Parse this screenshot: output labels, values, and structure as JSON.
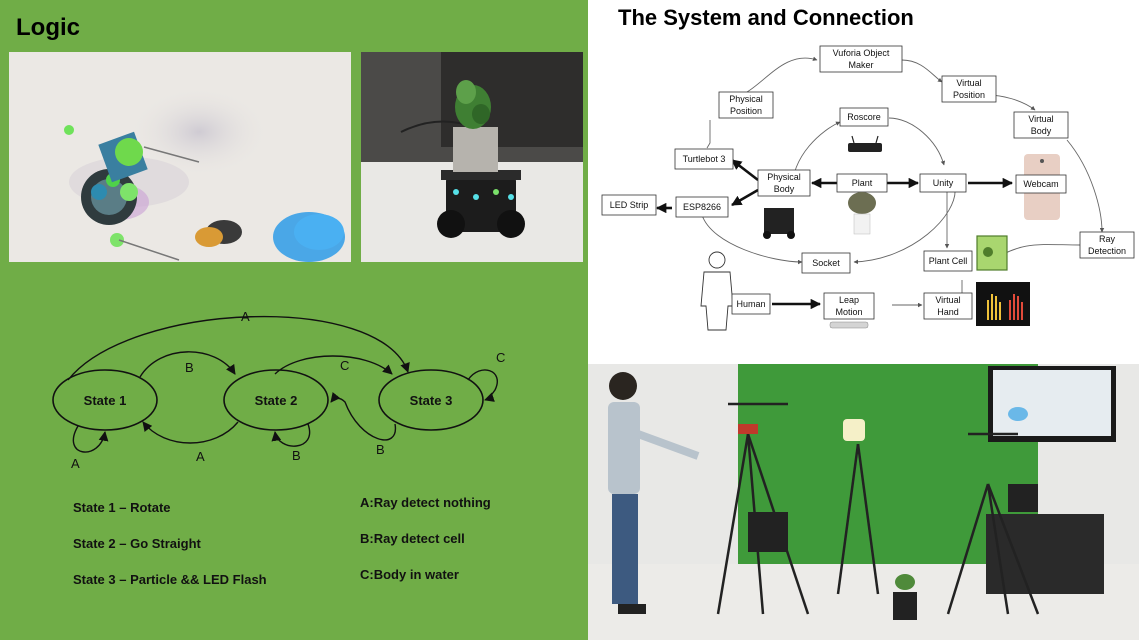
{
  "logic": {
    "title": "Logic",
    "states": [
      {
        "id": "s1",
        "label": "State 1"
      },
      {
        "id": "s2",
        "label": "State 2"
      },
      {
        "id": "s3",
        "label": "State 3"
      }
    ],
    "transitions": [
      {
        "id": "t-s1-s3-a",
        "label": "A"
      },
      {
        "id": "t-s1-s2-b",
        "label": "B"
      },
      {
        "id": "t-s2-s3-c",
        "label": "C"
      },
      {
        "id": "t-s3-self-c",
        "label": "C"
      },
      {
        "id": "t-s1-self-a",
        "label": "A"
      },
      {
        "id": "t-s2-s1-a",
        "label": "A"
      },
      {
        "id": "t-s2-self-b",
        "label": "B"
      },
      {
        "id": "t-s3-s2-b",
        "label": "B"
      }
    ],
    "state_descriptions": [
      "State 1 – Rotate",
      "State 2 – Go Straight",
      "State 3 –  Particle  && LED Flash"
    ],
    "condition_descriptions": [
      "A:Ray detect nothing",
      "B:Ray detect cell",
      "C:Body in water"
    ]
  },
  "system": {
    "title": "The System and Connection",
    "nodes": {
      "vuforia": [
        "Vuforia Object",
        "Maker"
      ],
      "physical_position": [
        "Physical",
        "Position"
      ],
      "virtual_position": [
        "Virtual",
        "Position"
      ],
      "roscore": [
        "Roscore"
      ],
      "virtual_body": [
        "Virtual",
        "Body"
      ],
      "turtlebot": [
        "Turtlebot 3"
      ],
      "physical_body": [
        "Physical",
        "Body"
      ],
      "plant": [
        "Plant"
      ],
      "unity": [
        "Unity"
      ],
      "webcam": [
        "Webcam"
      ],
      "led_strip": [
        "LED Strip"
      ],
      "esp8266": [
        "ESP8266"
      ],
      "socket": [
        "Socket"
      ],
      "plant_cell": [
        "Plant Cell"
      ],
      "ray_detection": [
        "Ray",
        "Detection"
      ],
      "human": [
        "Human"
      ],
      "leap_motion": [
        "Leap",
        "Motion"
      ],
      "virtual_hand": [
        "Virtual",
        "Hand"
      ]
    }
  },
  "colors": {
    "panel_green": "#70ad47",
    "ink": "#111111",
    "white": "#ffffff"
  }
}
